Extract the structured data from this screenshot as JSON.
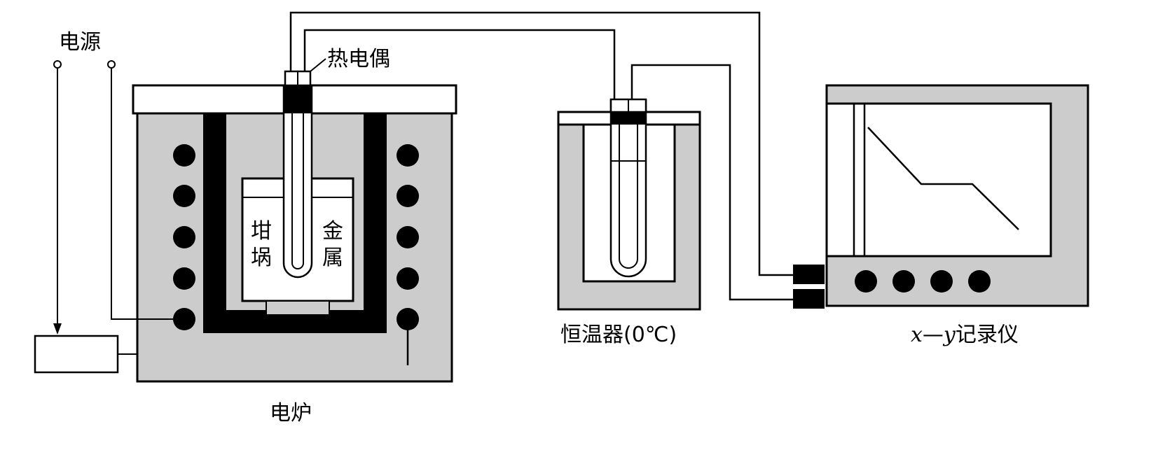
{
  "labels": {
    "power_source": "电源",
    "thermocouple": "热电偶",
    "crucible_line1": "坩",
    "crucible_line2": "埚",
    "metal_line1": "金",
    "metal_line2": "属",
    "furnace": "电炉",
    "thermostat": "恒温器(0℃)",
    "recorder_x": "x",
    "recorder_dash": "—",
    "recorder_y": "y",
    "recorder_text": "记录仪"
  },
  "colors": {
    "insulation": "#cccccc",
    "line": "#000000",
    "background": "#ffffff"
  }
}
